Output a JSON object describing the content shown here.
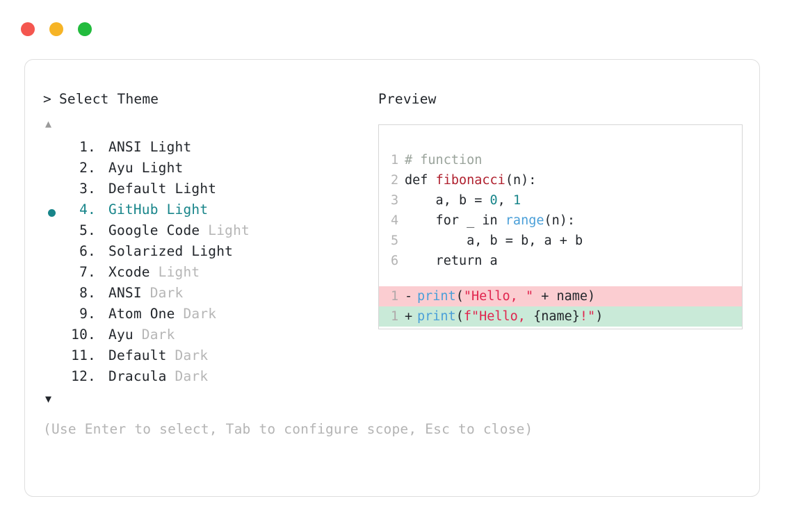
{
  "window": {
    "traffic_lights": [
      {
        "name": "close",
        "color": "#f4564f"
      },
      {
        "name": "minimize",
        "color": "#f6b426"
      },
      {
        "name": "maximize",
        "color": "#22bb3d"
      }
    ]
  },
  "selector": {
    "caret": ">",
    "title": "Select Theme",
    "scroll_up": "▲",
    "scroll_down": "▼",
    "bullet": "●",
    "accent_color": "#18858a",
    "muted_color": "#b6b6b6",
    "items": [
      {
        "num": "1.",
        "name": "ANSI",
        "variant": "Light",
        "variant_muted": false,
        "selected": false
      },
      {
        "num": "2.",
        "name": "Ayu",
        "variant": "Light",
        "variant_muted": false,
        "selected": false
      },
      {
        "num": "3.",
        "name": "Default",
        "variant": "Light",
        "variant_muted": false,
        "selected": false
      },
      {
        "num": "4.",
        "name": "GitHub",
        "variant": "Light",
        "variant_muted": false,
        "selected": true
      },
      {
        "num": "5.",
        "name": "Google Code",
        "variant": "Light",
        "variant_muted": true,
        "selected": false
      },
      {
        "num": "6.",
        "name": "Solarized",
        "variant": "Light",
        "variant_muted": false,
        "selected": false
      },
      {
        "num": "7.",
        "name": "Xcode",
        "variant": "Light",
        "variant_muted": true,
        "selected": false
      },
      {
        "num": "8.",
        "name": "ANSI",
        "variant": "Dark",
        "variant_muted": true,
        "selected": false
      },
      {
        "num": "9.",
        "name": "Atom One",
        "variant": "Dark",
        "variant_muted": true,
        "selected": false
      },
      {
        "num": "10.",
        "name": "Ayu",
        "variant": "Dark",
        "variant_muted": true,
        "selected": false
      },
      {
        "num": "11.",
        "name": "Default",
        "variant": "Dark",
        "variant_muted": true,
        "selected": false
      },
      {
        "num": "12.",
        "name": "Dracula",
        "variant": "Dark",
        "variant_muted": true,
        "selected": false
      }
    ],
    "hint": "(Use Enter to select, Tab to configure scope, Esc to close)"
  },
  "preview": {
    "label": "Preview",
    "code_lines": [
      {
        "num": "1",
        "tokens": [
          {
            "t": "# function",
            "c": "comment"
          }
        ]
      },
      {
        "num": "2",
        "tokens": [
          {
            "t": "def ",
            "c": "kw"
          },
          {
            "t": "fibonacci",
            "c": "fn"
          },
          {
            "t": "(n):",
            "c": "punct"
          }
        ]
      },
      {
        "num": "3",
        "tokens": [
          {
            "t": "    a, b = ",
            "c": "plain"
          },
          {
            "t": "0",
            "c": "num"
          },
          {
            "t": ", ",
            "c": "plain"
          },
          {
            "t": "1",
            "c": "num"
          }
        ]
      },
      {
        "num": "4",
        "tokens": [
          {
            "t": "    for _ in ",
            "c": "plain"
          },
          {
            "t": "range",
            "c": "builtin"
          },
          {
            "t": "(n):",
            "c": "punct"
          }
        ]
      },
      {
        "num": "5",
        "tokens": [
          {
            "t": "        a, b = b, a + b",
            "c": "plain"
          }
        ]
      },
      {
        "num": "6",
        "tokens": [
          {
            "t": "    return a",
            "c": "plain"
          }
        ]
      }
    ],
    "diff_lines": [
      {
        "num": "1",
        "sign": "-",
        "kind": "del",
        "bg": "#fbcdd1",
        "tokens": [
          {
            "t": "print",
            "c": "builtin"
          },
          {
            "t": "(",
            "c": "punct"
          },
          {
            "t": "\"Hello, \"",
            "c": "str"
          },
          {
            "t": " + name)",
            "c": "plain"
          }
        ]
      },
      {
        "num": "1",
        "sign": "+",
        "kind": "add",
        "bg": "#c9ead8",
        "tokens": [
          {
            "t": "print",
            "c": "builtin"
          },
          {
            "t": "(",
            "c": "punct"
          },
          {
            "t": "f\"Hello, ",
            "c": "str"
          },
          {
            "t": "{name}",
            "c": "plain"
          },
          {
            "t": "!\"",
            "c": "str"
          },
          {
            "t": ")",
            "c": "punct"
          }
        ]
      }
    ]
  }
}
